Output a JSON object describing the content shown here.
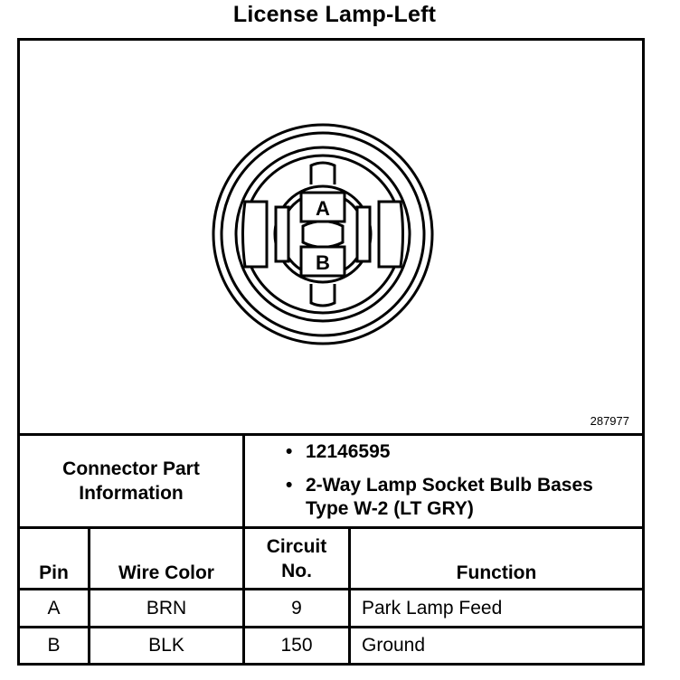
{
  "title": "License Lamp-Left",
  "diagram": {
    "figure_number": "287977",
    "terminal_labels": [
      "A",
      "B"
    ]
  },
  "connector_info": {
    "label": "Connector Part\nInformation",
    "bullet": "•",
    "items": [
      "12146595",
      "2-Way Lamp Socket Bulb Bases Type W-2 (LT GRY)"
    ]
  },
  "table": {
    "headers": {
      "pin": "Pin",
      "wire_color": "Wire Color",
      "circuit": "Circuit\nNo.",
      "function": "Function"
    },
    "rows": [
      {
        "pin": "A",
        "wire_color": "BRN",
        "circuit": "9",
        "function": "Park Lamp Feed"
      },
      {
        "pin": "B",
        "wire_color": "BLK",
        "circuit": "150",
        "function": "Ground"
      }
    ]
  }
}
